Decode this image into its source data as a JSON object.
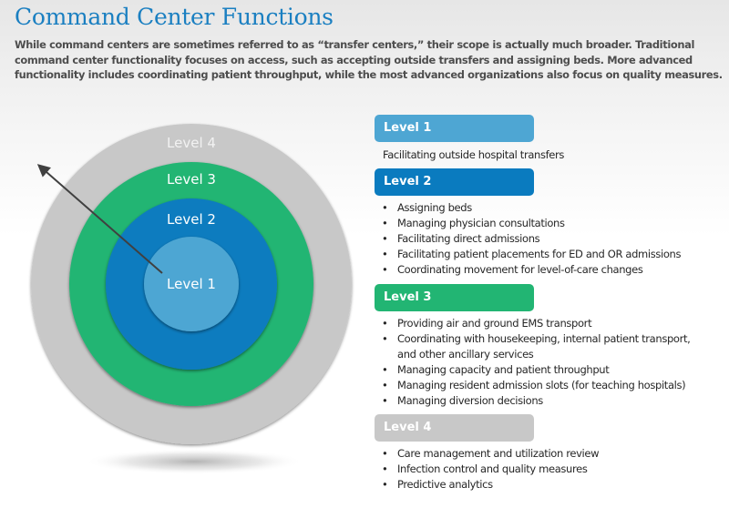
{
  "header": {
    "title": "Command Center Functions",
    "intro": "While command centers are sometimes referred to as “transfer centers,” their scope is actually much broader. Traditional command center functionality focuses on access, such as accepting outside transfers and assigning beds. More advanced functionality includes coordinating patient throughput, while the most advanced organizations also focus on quality measures."
  },
  "diagram": {
    "rings": [
      {
        "label": "Level 4",
        "color": "#c8c8c8"
      },
      {
        "label": "Level 3",
        "color": "#22b573"
      },
      {
        "label": "Level 2",
        "color": "#0a7bbf"
      },
      {
        "label": "Level 1",
        "color": "#4ea6d3"
      }
    ],
    "arrow_color": "#404040"
  },
  "levels": [
    {
      "title": "Level 1",
      "color": "#4ea6d3",
      "description": "Facilitating outside hospital transfers",
      "items": []
    },
    {
      "title": "Level 2",
      "color": "#0a7bbf",
      "items": [
        "Assigning beds",
        "Managing physician consultations",
        "Facilitating direct admissions",
        "Facilitating patient placements for ED and OR admissions",
        "Coordinating movement for level-of-care changes"
      ]
    },
    {
      "title": "Level 3",
      "color": "#22b573",
      "items": [
        "Providing air and ground EMS transport",
        "Coordinating with housekeeping, internal patient transport, and other ancillary services",
        "Managing capacity and patient throughput",
        "Managing resident admission slots (for teaching hospitals)",
        "Managing diversion decisions"
      ]
    },
    {
      "title": "Level 4",
      "color": "#c8c8c8",
      "items": [
        "Care management and utilization review",
        "Infection control and quality measures",
        "Predictive analytics"
      ]
    }
  ]
}
